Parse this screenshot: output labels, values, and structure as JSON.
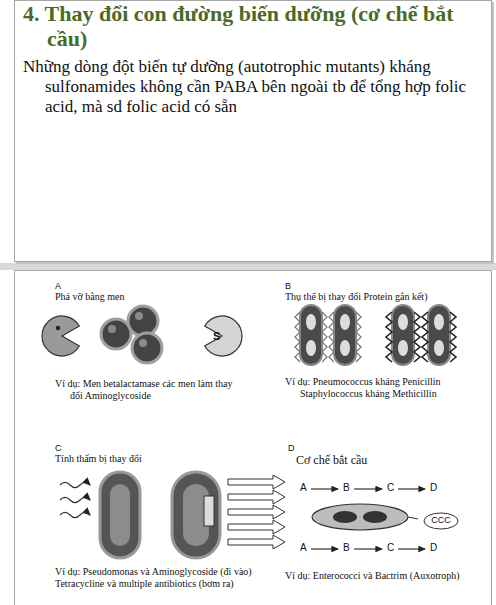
{
  "diagram": {
    "title": "4. Thay đổi con đường biến dưỡng (cơ chế bắt cầu)",
    "nodes": [
      {
        "text": [
          "Những dòng đột biến tự dưỡng (autotrophic mutants) kháng sulfonamides không cần PABA bên ngoài tb để tổng hợp folic acid, mà sd folic acid có sẵn"
        ]
      },
      {
        "text": [
          "CCC"
        ]
      }
    ],
    "labels": [
      "A",
      "Phá vỡ bằng men",
      "S",
      "Ví dụ: Men betalactamase các men làm thay đổi Aminoglycoside",
      "B",
      "Thụ thể bị thay đổi Protein gắn kết)",
      "Ví dụ: Pneumococcus kháng Penicillin Staphylococcus kháng Methicillin",
      "C",
      "Tính thấm bị thay đổi",
      "Ví dụ: Pseudomonas và Aminoglycoside (đi vào) Tetracycline và multiple antibiotics (bơm ra)",
      "D",
      "Cơ chế bắt cầu",
      "A",
      "B",
      "C",
      "D",
      "A",
      "B",
      "C",
      "D",
      "Ví dụ: Enterococci và Bactrim (Auxotroph)"
    ]
  }
}
